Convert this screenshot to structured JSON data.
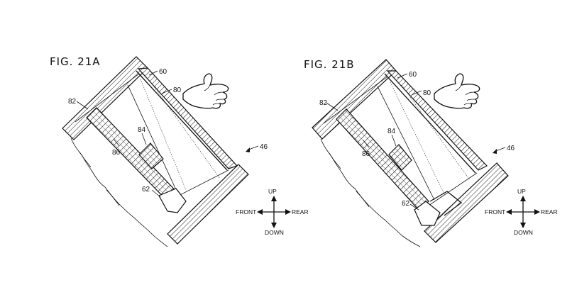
{
  "figures": [
    {
      "id": "a",
      "title": "FIG. 21A",
      "refs": {
        "r82": "82",
        "r60": "60",
        "r80": "80",
        "r84": "84",
        "r86": "86",
        "r62": "62",
        "r46": "46"
      }
    },
    {
      "id": "b",
      "title": "FIG. 21B",
      "refs": {
        "r82": "82",
        "r60": "60",
        "r80": "80",
        "r84": "84",
        "r86": "86",
        "r62": "62",
        "r46": "46"
      }
    }
  ],
  "directions": {
    "up": "UP",
    "down": "DOWN",
    "front": "FRONT",
    "rear": "REAR"
  },
  "icons": [
    "hand-pointer-icon",
    "direction-arrows-icon"
  ]
}
